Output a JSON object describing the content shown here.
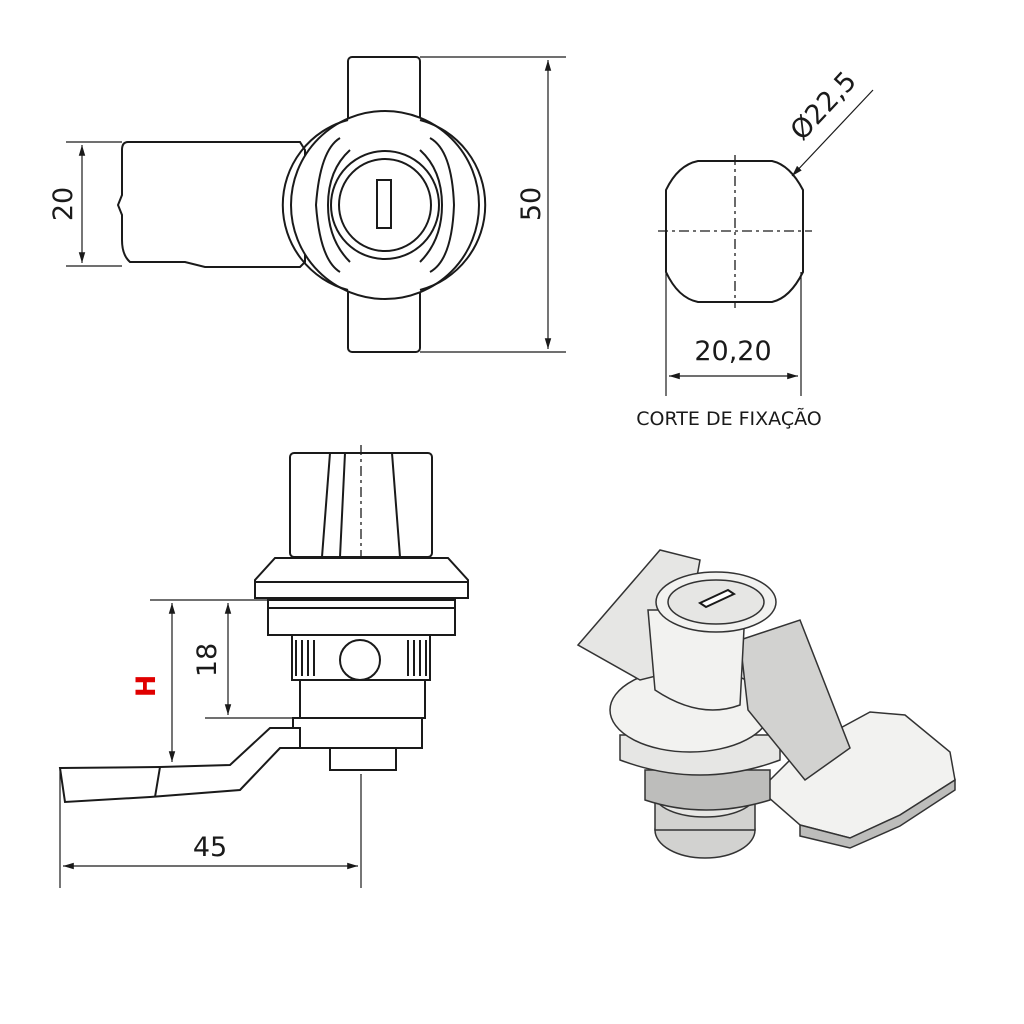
{
  "top_view": {
    "dim_width": "20",
    "dim_height": "50"
  },
  "cutout": {
    "dim_diameter": "Ø22,5",
    "dim_width": "20,20",
    "caption": "CORTE DE FIXAÇÃO"
  },
  "side_view": {
    "dim_h": "H",
    "dim_h_color": "#e00000",
    "dim_18": "18",
    "dim_45": "45"
  }
}
